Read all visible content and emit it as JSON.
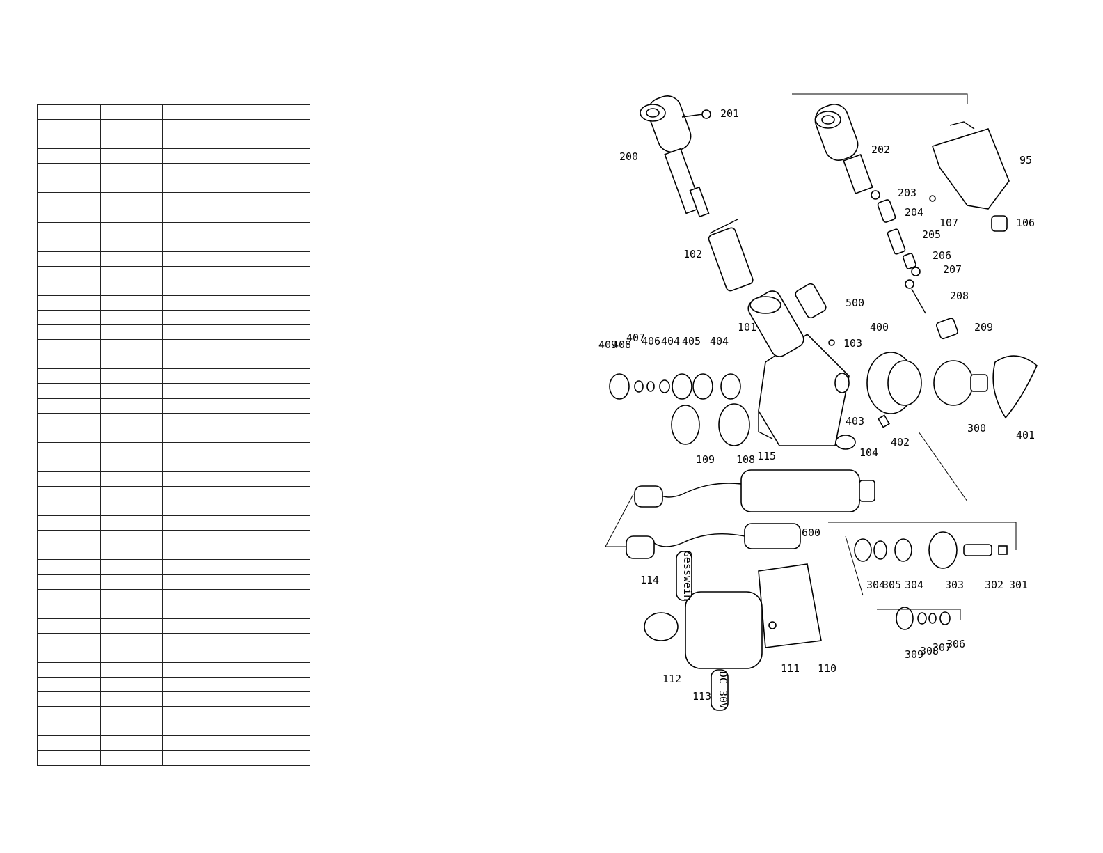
{
  "parts_table": {
    "rows": 45,
    "columns": 3
  },
  "diagram": {
    "callouts": [
      {
        "id": "201",
        "label": "201"
      },
      {
        "id": "200",
        "label": "200"
      },
      {
        "id": "202",
        "label": "202"
      },
      {
        "id": "203",
        "label": "203"
      },
      {
        "id": "204",
        "label": "204"
      },
      {
        "id": "205",
        "label": "205"
      },
      {
        "id": "206",
        "label": "206"
      },
      {
        "id": "207",
        "label": "207"
      },
      {
        "id": "208",
        "label": "208"
      },
      {
        "id": "209",
        "label": "209"
      },
      {
        "id": "107",
        "label": "107"
      },
      {
        "id": "106",
        "label": "106"
      },
      {
        "id": "102",
        "label": "102"
      },
      {
        "id": "500",
        "label": "500"
      },
      {
        "id": "101",
        "label": "101"
      },
      {
        "id": "103",
        "label": "103"
      },
      {
        "id": "400",
        "label": "400"
      },
      {
        "id": "409",
        "label": "409"
      },
      {
        "id": "408",
        "label": "408"
      },
      {
        "id": "407",
        "label": "407"
      },
      {
        "id": "406",
        "label": "406"
      },
      {
        "id": "404a",
        "label": "404"
      },
      {
        "id": "405",
        "label": "405"
      },
      {
        "id": "404b",
        "label": "404"
      },
      {
        "id": "403",
        "label": "403"
      },
      {
        "id": "402",
        "label": "402"
      },
      {
        "id": "104",
        "label": "104"
      },
      {
        "id": "300",
        "label": "300"
      },
      {
        "id": "401",
        "label": "401"
      },
      {
        "id": "109",
        "label": "109"
      },
      {
        "id": "108",
        "label": "108"
      },
      {
        "id": "115",
        "label": "115"
      },
      {
        "id": "600",
        "label": "600"
      },
      {
        "id": "304a",
        "label": "304"
      },
      {
        "id": "305",
        "label": "305"
      },
      {
        "id": "304b",
        "label": "304"
      },
      {
        "id": "303",
        "label": "303"
      },
      {
        "id": "302",
        "label": "302"
      },
      {
        "id": "301",
        "label": "301"
      },
      {
        "id": "309",
        "label": "309"
      },
      {
        "id": "308",
        "label": "308"
      },
      {
        "id": "307",
        "label": "307"
      },
      {
        "id": "306",
        "label": "306"
      },
      {
        "id": "114",
        "label": "114"
      },
      {
        "id": "110",
        "label": "110"
      },
      {
        "id": "111",
        "label": "111"
      },
      {
        "id": "112",
        "label": "112"
      },
      {
        "id": "113",
        "label": "113"
      },
      {
        "id": "95",
        "label": "95"
      }
    ],
    "brand_badge": "Gesswein",
    "voltage_badge": "DC 30V"
  }
}
